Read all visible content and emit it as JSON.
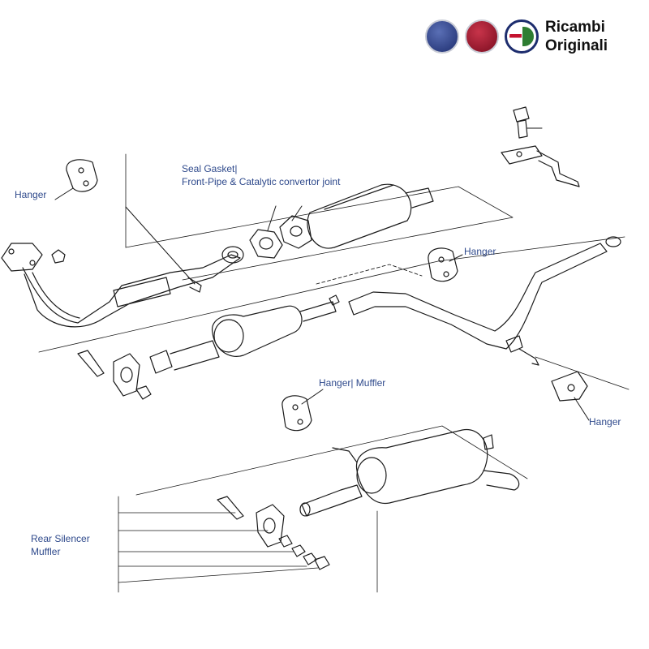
{
  "brand": {
    "line1": "Ricambi",
    "line2": "Originali",
    "logos": [
      "lancia-logo",
      "fiat-logo",
      "alfa-romeo-logo"
    ]
  },
  "labels": {
    "hanger_top_left": "Hanger",
    "seal_gasket_line1": "Seal Gasket|",
    "seal_gasket_line2": "Front-Pipe & Catalytic convertor joint",
    "hanger_mid_right": "Hanger",
    "hanger_muffler": "Hanger| Muffler",
    "hanger_far_right": "Hanger",
    "rear_silencer_line1": "Rear Silencer",
    "rear_silencer_line2": "Muffler"
  },
  "colors": {
    "label_text": "#2f4a8c",
    "drawing_line": "#1a1a1a"
  }
}
